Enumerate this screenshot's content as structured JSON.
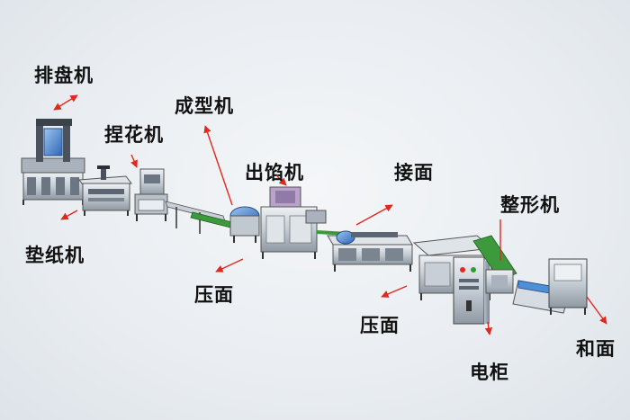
{
  "labels": {
    "paiPanJi": "排盘机",
    "nieHuaJi": "捏花机",
    "chengXingJi": "成型机",
    "chuXianJi": "出馅机",
    "jieMian": "接面",
    "zhengXingJi": "整形机",
    "dianZhiJi": "垫纸机",
    "yaMian1": "压面",
    "yaMian2": "压面",
    "dianGui": "电柜",
    "huoMian": "和面"
  },
  "colors": {
    "arrow": "#e0281e",
    "machine_body": "#c9d0d8",
    "machine_dark": "#5b6672",
    "conveyor_green": "#3c9a3c",
    "accent_blue": "#3f7fd0"
  }
}
